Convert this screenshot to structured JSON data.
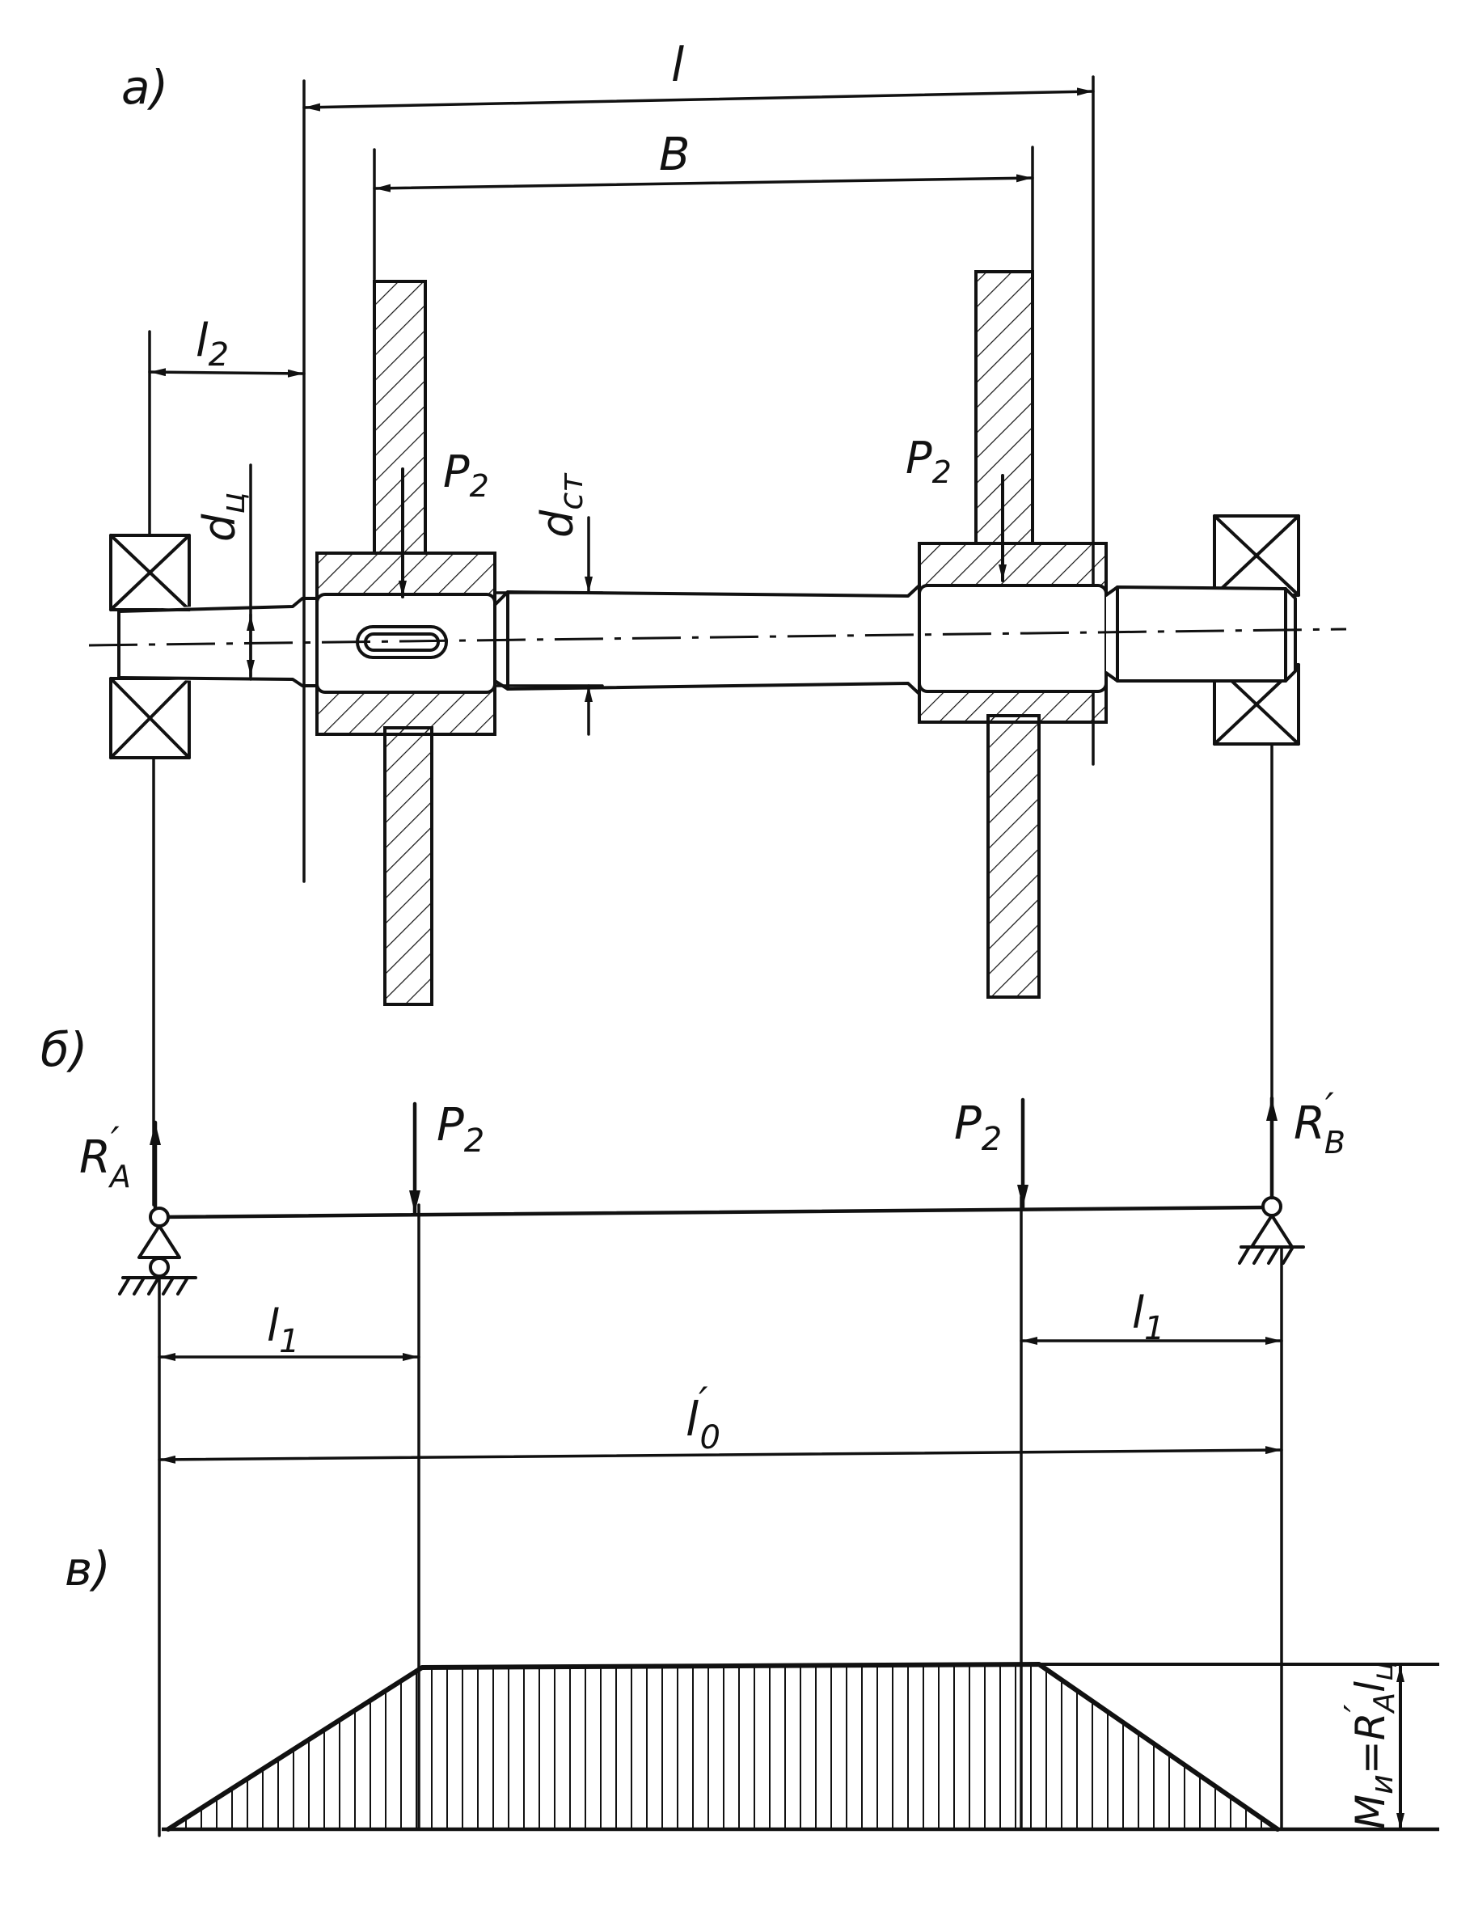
{
  "colors": {
    "ink": "#111111",
    "paper": "#ffffff"
  },
  "panels": {
    "a": "а)",
    "b": "б)",
    "c": "в)"
  },
  "shaft": {
    "dim_l": "l",
    "dim_B": "B",
    "dim_l2": "l",
    "dim_l2_sub": "2",
    "load_left": "P",
    "load_left_sub": "2",
    "load_right": "P",
    "load_right_sub": "2",
    "journal_dia": "d",
    "journal_dia_sub": "ц",
    "hub_dia": "d",
    "hub_dia_sub": "ст"
  },
  "beam": {
    "reaction_a": "R",
    "reaction_a_prime": "′",
    "reaction_a_sub": "A",
    "reaction_b": "R",
    "reaction_b_prime": "′",
    "reaction_b_sub": "B",
    "load_left": "P",
    "load_left_sub": "2",
    "load_right": "P",
    "load_right_sub": "2",
    "dim_l1_left": "l",
    "dim_l1_left_sub": "1",
    "dim_l1_right": "l",
    "dim_l1_right_sub": "1",
    "dim_l0": "l",
    "dim_l0_prime": "′",
    "dim_l0_sub": "0"
  },
  "moment": {
    "label": "M",
    "label_sub": "и",
    "eq": "=R",
    "eq_prime": "′",
    "eq_sub": "A",
    "eq_tail": "l",
    "eq_tail_sub": "ц"
  }
}
